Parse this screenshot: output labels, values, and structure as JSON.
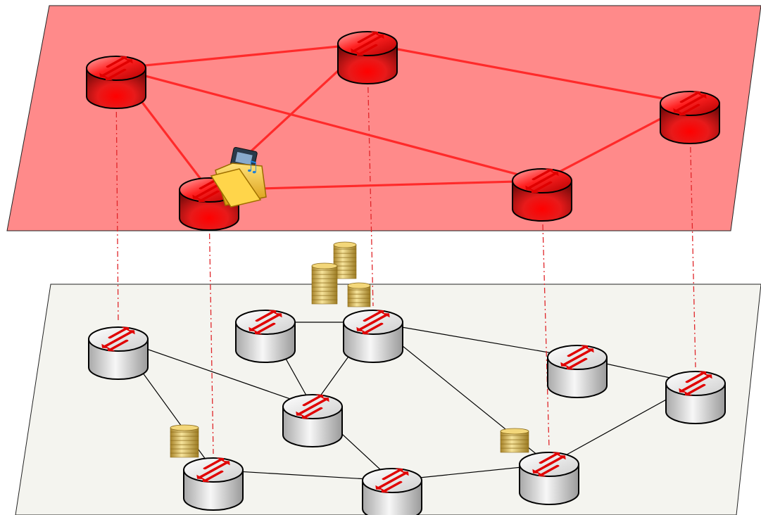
{
  "diagram": {
    "colors": {
      "virtual_plane_fill": "#ff8a8a",
      "physical_plane_fill": "#f4f4ef",
      "virtual_link": "#ff2a2a",
      "physical_link": "#000000",
      "mapping_line": "#e0262a",
      "router_red_top": "#ff1e1e",
      "router_gray": "#d8d8d8",
      "arrow": "#e00000",
      "coin": "#e8c860"
    },
    "virtual_layer": {
      "routers": [
        {
          "id": "v1"
        },
        {
          "id": "v2"
        },
        {
          "id": "v3"
        },
        {
          "id": "v4"
        },
        {
          "id": "v5"
        }
      ],
      "links": [
        [
          "v1",
          "v2"
        ],
        [
          "v1",
          "v3"
        ],
        [
          "v1",
          "v4"
        ],
        [
          "v2",
          "v5"
        ],
        [
          "v2",
          "v3"
        ],
        [
          "v3",
          "v4"
        ],
        [
          "v4",
          "v5"
        ]
      ],
      "content_icon": "media-folder-icon"
    },
    "physical_layer": {
      "routers": [
        {
          "id": "p1"
        },
        {
          "id": "p2"
        },
        {
          "id": "p3"
        },
        {
          "id": "p4"
        },
        {
          "id": "p5"
        },
        {
          "id": "p6"
        },
        {
          "id": "p7"
        },
        {
          "id": "p8"
        },
        {
          "id": "p9"
        }
      ],
      "links": [
        [
          "p1",
          "p4"
        ],
        [
          "p1",
          "p6"
        ],
        [
          "p2",
          "p3"
        ],
        [
          "p2",
          "p4"
        ],
        [
          "p3",
          "p4"
        ],
        [
          "p3",
          "p8"
        ],
        [
          "p3",
          "p5"
        ],
        [
          "p5",
          "p9"
        ],
        [
          "p4",
          "p7"
        ],
        [
          "p6",
          "p7"
        ],
        [
          "p7",
          "p8"
        ],
        [
          "p8",
          "p9"
        ]
      ],
      "coin_stacks": [
        "large-coin-stack-icon",
        "coin-stack-icon",
        "coin-stack-icon"
      ]
    },
    "mappings": [
      [
        "v1",
        "p1"
      ],
      [
        "v3",
        "p6"
      ],
      [
        "v2",
        "p3"
      ],
      [
        "v4",
        "p8"
      ],
      [
        "v5",
        "p9"
      ]
    ]
  }
}
